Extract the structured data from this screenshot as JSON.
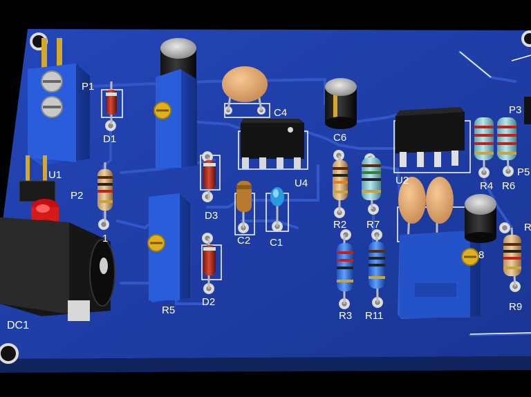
{
  "board": {
    "pcb_color": "#1e3fa6",
    "trace_color": "#2d52c4",
    "silkscreen_color": "#ffffff",
    "background_color": "#000000"
  },
  "labels": {
    "P1": "P1",
    "D1": "D1",
    "U1": "U1",
    "P2": "P2",
    "R1": "1",
    "DC1": "DC1",
    "C4": "C4",
    "C6": "C6",
    "U4": "U4",
    "D3": "D3",
    "C2": "C2",
    "C1": "C1",
    "R5": "R5",
    "D2": "D2",
    "R2": "R2",
    "R7": "R7",
    "R3": "R3",
    "R11": "R11",
    "U2": "U2",
    "P3": "P3",
    "R4": "R4",
    "R6": "R6",
    "P5": "P5",
    "R8": "8",
    "R9": "R9",
    "R_edge": "R"
  }
}
